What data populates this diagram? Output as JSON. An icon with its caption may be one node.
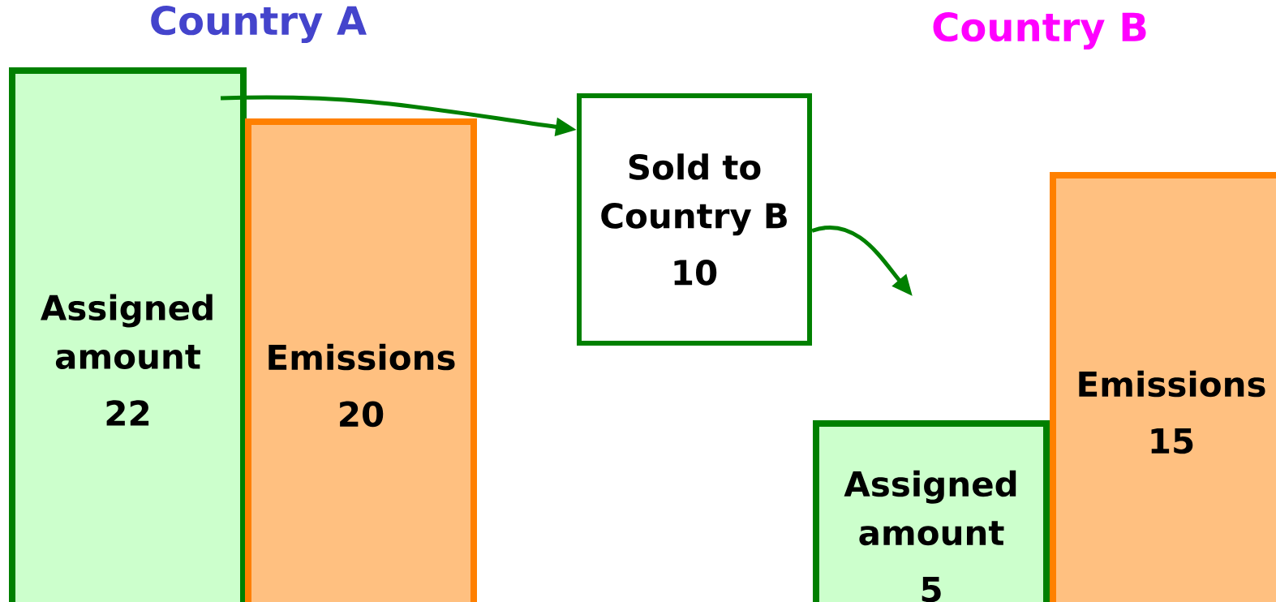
{
  "diagram": {
    "nodes": [
      {
        "text": [
          "Assigned amount",
          "22"
        ]
      },
      {
        "text": [
          "Emissions",
          "20"
        ]
      },
      {
        "text": [
          "Sold to Country B",
          "10"
        ]
      },
      {
        "text": [
          "Assigned amount",
          "5"
        ]
      },
      {
        "text": [
          "Emissions",
          "15"
        ]
      }
    ],
    "edges": [
      {
        "from": 0,
        "to": 2,
        "arrow": "to"
      },
      {
        "from": 2,
        "to": null,
        "arrow": "to"
      }
    ],
    "labels": [
      "Country A",
      "Country B"
    ]
  }
}
